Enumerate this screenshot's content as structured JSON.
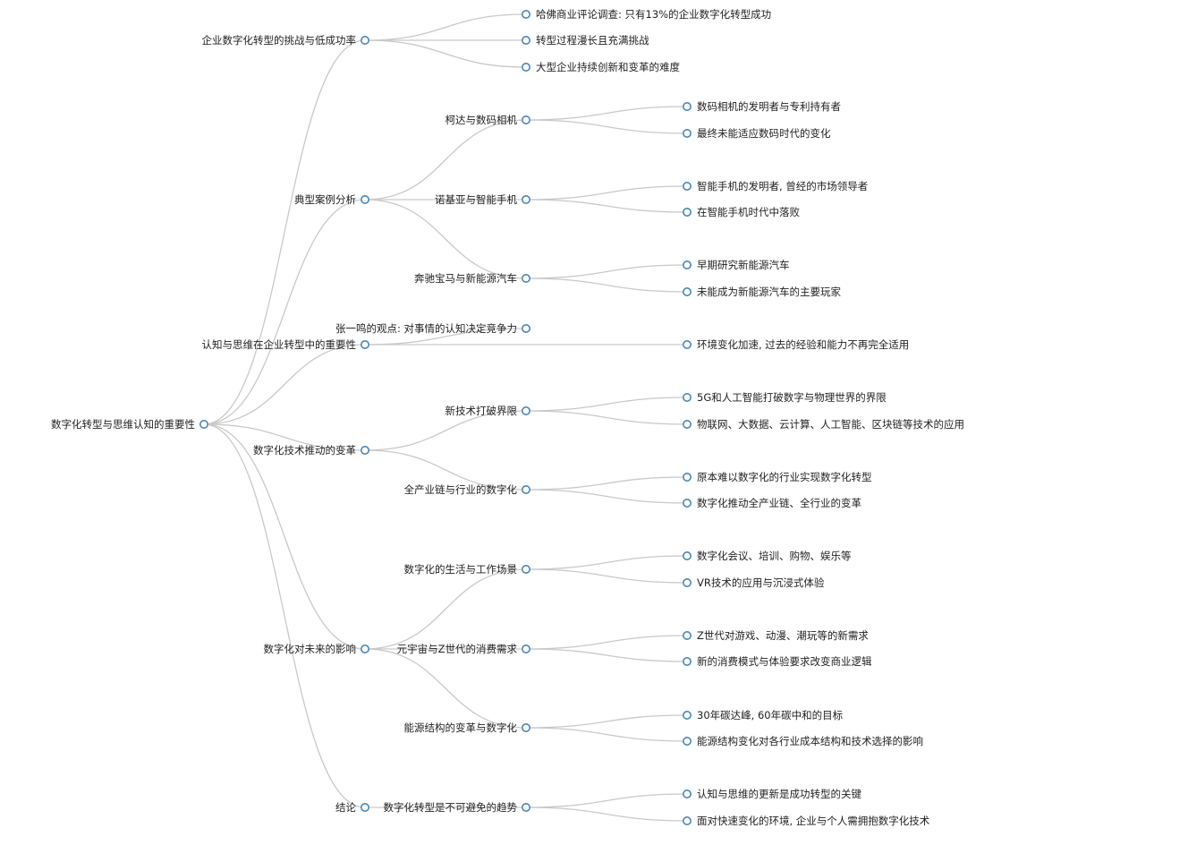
{
  "root": {
    "id": "root",
    "label": "数字化转型与思维认知的重要性",
    "children": [
      {
        "id": "challenges",
        "label": "企业数字化转型的挑战与低成功率",
        "children": [
          {
            "id": "challenges-1",
            "label": "哈佛商业评论调查: 只有13%的企业数字化转型成功"
          },
          {
            "id": "challenges-2",
            "label": "转型过程漫长且充满挑战"
          },
          {
            "id": "challenges-3",
            "label": "大型企业持续创新和变革的难度"
          }
        ]
      },
      {
        "id": "cases",
        "label": "典型案例分析",
        "children": [
          {
            "id": "kodak",
            "label": "柯达与数码相机",
            "children": [
              {
                "id": "kodak-1",
                "label": "数码相机的发明者与专利持有者"
              },
              {
                "id": "kodak-2",
                "label": "最终未能适应数码时代的变化"
              }
            ]
          },
          {
            "id": "nokia",
            "label": "诺基亚与智能手机",
            "children": [
              {
                "id": "nokia-1",
                "label": "智能手机的发明者, 曾经的市场领导者"
              },
              {
                "id": "nokia-2",
                "label": "在智能手机时代中落败"
              }
            ]
          },
          {
            "id": "benz",
            "label": "奔驰宝马与新能源汽车",
            "children": [
              {
                "id": "benz-1",
                "label": "早期研究新能源汽车"
              },
              {
                "id": "benz-2",
                "label": "未能成为新能源汽车的主要玩家"
              }
            ]
          }
        ]
      },
      {
        "id": "cognition",
        "label": "认知与思维在企业转型中的重要性",
        "children": [
          {
            "id": "zhang",
            "label": "张一鸣的观点: 对事情的认知决定竞争力",
            "children": []
          },
          {
            "id": "env",
            "label": "环境变化加速, 过去的经验和能力不再完全适用"
          }
        ]
      },
      {
        "id": "tech",
        "label": "数字化技术推动的变革",
        "children": [
          {
            "id": "newtech",
            "label": "新技术打破界限",
            "children": [
              {
                "id": "newtech-1",
                "label": "5G和人工智能打破数字与物理世界的界限"
              },
              {
                "id": "newtech-2",
                "label": "物联网、大数据、云计算、人工智能、区块链等技术的应用"
              }
            ]
          },
          {
            "id": "industry",
            "label": "全产业链与行业的数字化",
            "children": [
              {
                "id": "industry-1",
                "label": "原本难以数字化的行业实现数字化转型"
              },
              {
                "id": "industry-2",
                "label": "数字化推动全产业链、全行业的变革"
              }
            ]
          }
        ]
      },
      {
        "id": "future",
        "label": "数字化对未来的影响",
        "children": [
          {
            "id": "life",
            "label": "数字化的生活与工作场景",
            "children": [
              {
                "id": "life-1",
                "label": "数字化会议、培训、购物、娱乐等"
              },
              {
                "id": "life-2",
                "label": "VR技术的应用与沉浸式体验"
              }
            ]
          },
          {
            "id": "meta",
            "label": "元宇宙与Z世代的消费需求",
            "children": [
              {
                "id": "meta-1",
                "label": "Z世代对游戏、动漫、潮玩等的新需求"
              },
              {
                "id": "meta-2",
                "label": "新的消费模式与体验要求改变商业逻辑"
              }
            ]
          },
          {
            "id": "energy",
            "label": "能源结构的变革与数字化",
            "children": [
              {
                "id": "energy-1",
                "label": "30年碳达峰, 60年碳中和的目标"
              },
              {
                "id": "energy-2",
                "label": "能源结构变化对各行业成本结构和技术选择的影响"
              }
            ]
          }
        ]
      },
      {
        "id": "conclusion",
        "label": "结论",
        "children": [
          {
            "id": "trend",
            "label": "数字化转型是不可避免的趋势",
            "children": [
              {
                "id": "trend-1",
                "label": "认知与思维的更新是成功转型的关键"
              },
              {
                "id": "trend-2",
                "label": "面对快速变化的环境, 企业与个人需拥抱数字化技术"
              }
            ]
          }
        ]
      }
    ]
  },
  "colors": {
    "link": "#c9c9c9",
    "node_stroke": "#4a86b8",
    "node_fill": "#ffffff",
    "text": "#222222"
  }
}
